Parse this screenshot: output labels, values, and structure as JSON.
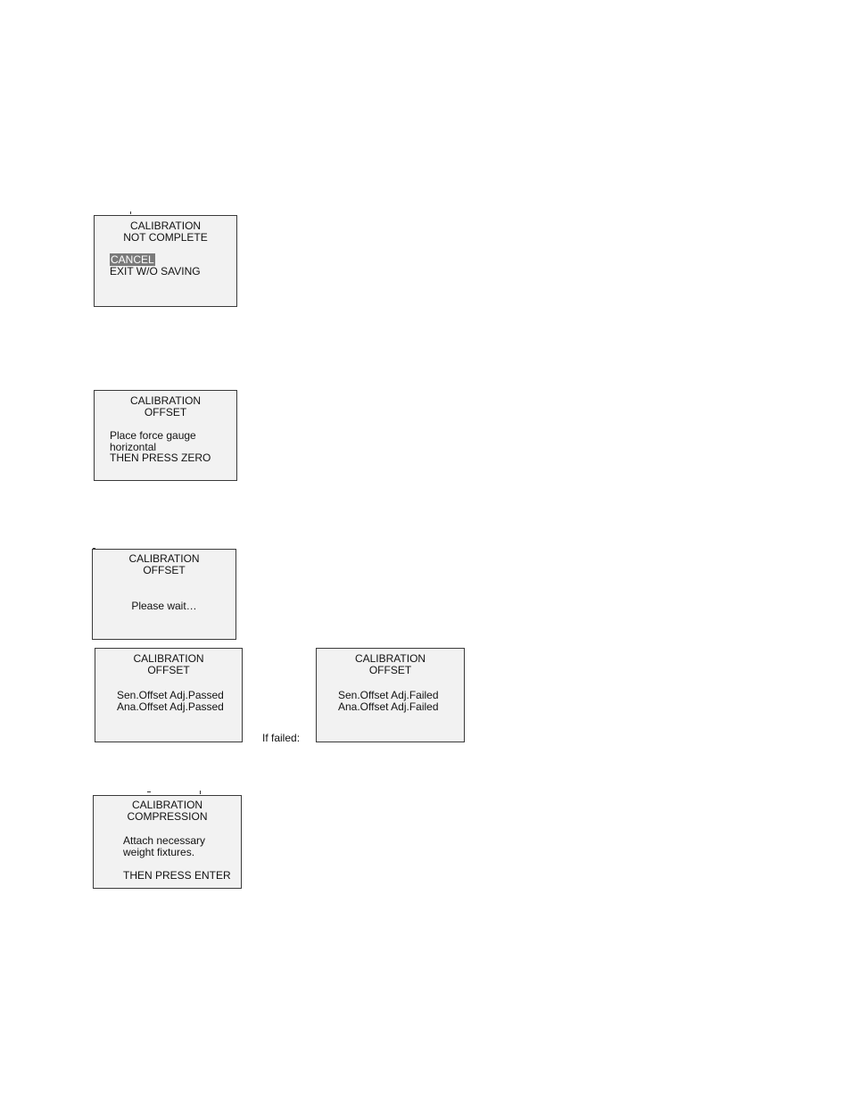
{
  "screens": {
    "not_complete": {
      "title1": "CALIBRATION",
      "title2": "NOT COMPLETE",
      "option_cancel": "CANCEL",
      "option_exit": "EXIT W/O SAVING"
    },
    "offset_zero": {
      "title1": "CALIBRATION",
      "title2": "OFFSET",
      "line1": "Place force gauge",
      "line2": "horizontal",
      "line3": "THEN PRESS ZERO"
    },
    "offset_wait": {
      "title1": "CALIBRATION",
      "title2": "OFFSET",
      "message": "Please wait…"
    },
    "offset_passed": {
      "title1": "CALIBRATION",
      "title2": "OFFSET",
      "line1": "Sen.Offset Adj.Passed",
      "line2": "Ana.Offset Adj.Passed"
    },
    "offset_failed": {
      "title1": "CALIBRATION",
      "title2": "OFFSET",
      "line1": "Sen.Offset Adj.Failed",
      "line2": "Ana.Offset Adj.Failed"
    },
    "compression": {
      "title1": "CALIBRATION",
      "title2": "COMPRESSION",
      "line1": "Attach necessary",
      "line2": "weight fixtures.",
      "line3": "THEN PRESS ENTER"
    }
  },
  "captions": {
    "if_failed": "If failed:"
  }
}
